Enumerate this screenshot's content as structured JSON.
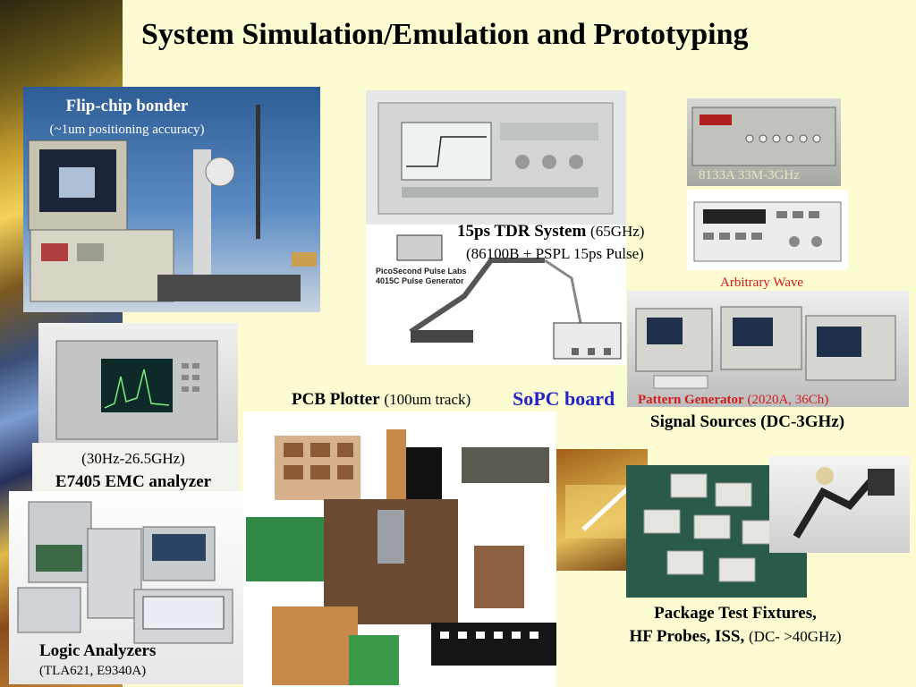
{
  "title": "System Simulation/Emulation and Prototyping",
  "flipchip": {
    "name": "Flip-chip bonder",
    "detail": "(~1um positioning accuracy)"
  },
  "tdr": {
    "name": "15ps TDR System",
    "freq": "(65GHz)",
    "detail": "(86100B + PSPL 15ps Pulse)",
    "pulse_line1": "PicoSecond Pulse Labs",
    "pulse_line2": "4015C Pulse Generator"
  },
  "gen8133": {
    "label": "8133A  33M-3GHz"
  },
  "arbitrary": {
    "label": "Arbitrary Wave"
  },
  "pattern": {
    "name": "Pattern Generator",
    "detail": "(2020A, 36Ch)"
  },
  "signal": {
    "label": "Signal Sources (DC-3GHz)"
  },
  "pcb": {
    "name": "PCB Plotter",
    "detail": "(100um track)"
  },
  "sopc": {
    "label": "SoPC board"
  },
  "emc": {
    "range": "(30Hz-26.5GHz)",
    "name": "E7405 EMC analyzer"
  },
  "logic": {
    "name": "Logic Analyzers",
    "detail": "(TLA621, E9340A)"
  },
  "package": {
    "line1": "Package Test Fixtures,",
    "line2": "HF Probes, ISS,",
    "detail": "(DC- >40GHz)"
  },
  "colors": {
    "background": "#fdfbd2",
    "sopc": "#2323c8",
    "accent_red": "#d01c1c",
    "white_text": "#ffffff"
  }
}
